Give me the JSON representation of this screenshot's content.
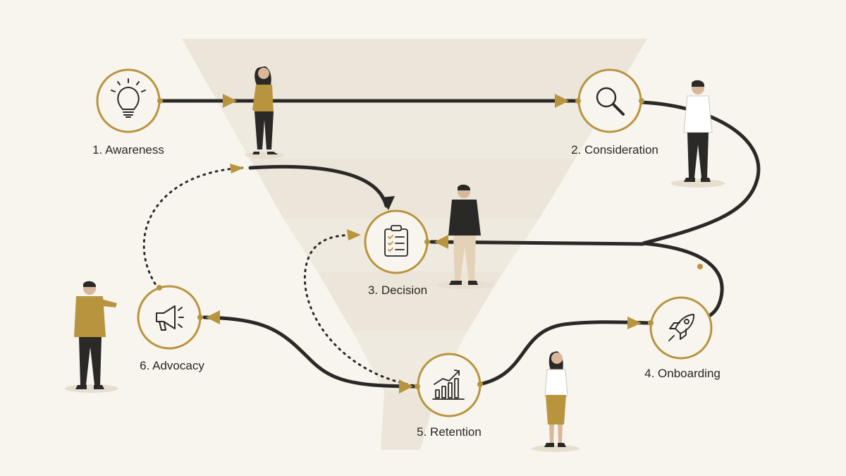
{
  "colors": {
    "background": "#f8f5ee",
    "accent": "#b8943f",
    "ink": "#2b2927",
    "funnel": "#ece6da",
    "skin": "#d9b79a"
  },
  "stages": [
    {
      "label": "1. Awareness",
      "icon": "lightbulb-icon"
    },
    {
      "label": "2. Consideration",
      "icon": "magnifier-icon"
    },
    {
      "label": "3. Decision",
      "icon": "checklist-icon"
    },
    {
      "label": "4. Onboarding",
      "icon": "rocket-icon"
    },
    {
      "label": "5. Retention",
      "icon": "growth-chart-icon"
    },
    {
      "label": "6. Advocacy",
      "icon": "megaphone-icon"
    }
  ]
}
